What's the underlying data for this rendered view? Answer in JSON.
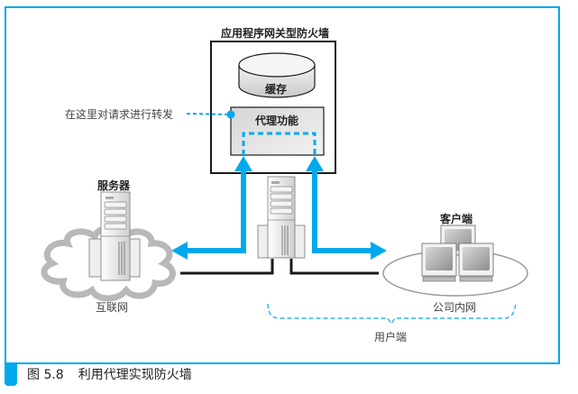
{
  "diagram": {
    "gateway_title": "应用程序网关型防火墙",
    "cache_label": "缓存",
    "proxy_label": "代理功能",
    "forward_note": "在这里对请求进行转发",
    "server_label": "服务器",
    "internet_label": "互联网",
    "client_label": "客户端",
    "intranet_label": "公司内网",
    "user_side_label": "用户端",
    "colors": {
      "accent": "#00a9ec",
      "line": "#1a1a1a",
      "box_fill": "#e6e6e6",
      "cloud": "#b8b8b8"
    }
  },
  "caption": {
    "figure_number": "图 5.8",
    "title": "利用代理实现防火墙"
  }
}
